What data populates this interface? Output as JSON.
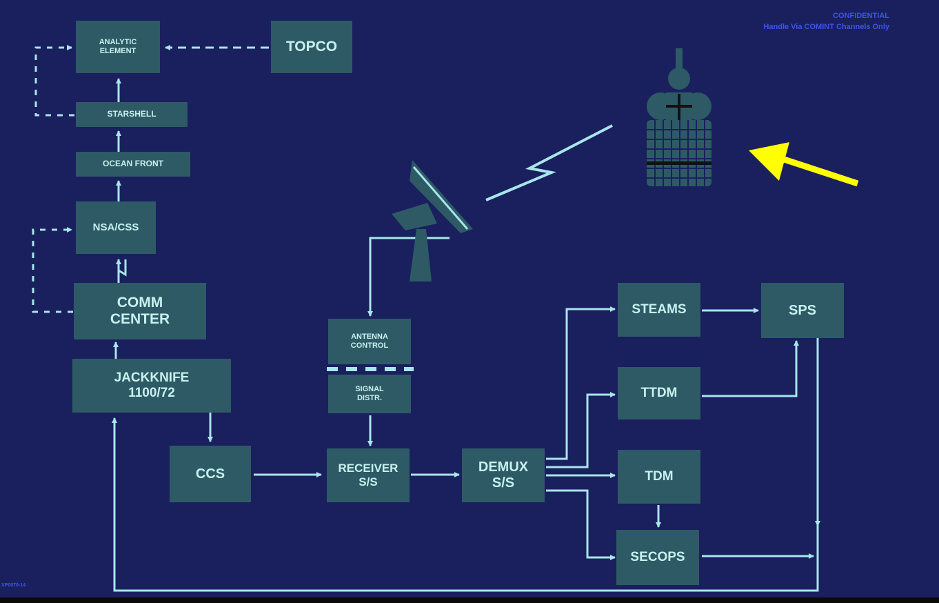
{
  "classification": {
    "line1": "CONFIDENTIAL",
    "line2": "Handle Via COMINT Channels Only"
  },
  "footer_code": "XP0070-14",
  "boxes": {
    "analytic_element": [
      "ANALYTIC",
      "ELEMENT"
    ],
    "topco": "TOPCO",
    "starshell": "STARSHELL",
    "ocean_front": "OCEAN FRONT",
    "nsa_css": "NSA/CSS",
    "comm_center": [
      "COMM",
      "CENTER"
    ],
    "jackknife": [
      "JACKKNIFE",
      "1100/72"
    ],
    "ccs": "CCS",
    "antenna_control": [
      "ANTENNA",
      "CONTROL"
    ],
    "signal_distr": [
      "SIGNAL",
      "DISTR."
    ],
    "receiver": [
      "RECEIVER",
      "S/S"
    ],
    "demux": [
      "DEMUX",
      "S/S"
    ],
    "steams": "STEAMS",
    "sps": "SPS",
    "ttdm": "TTDM",
    "tdm": "TDM",
    "secops": "SECOPS"
  },
  "colors": {
    "background": "#1a1f5e",
    "box_fill": "#2e5a66",
    "line": "#a8e6ea",
    "pointer_arrow": "#ffff00",
    "classification_text": "#3d55e8"
  }
}
